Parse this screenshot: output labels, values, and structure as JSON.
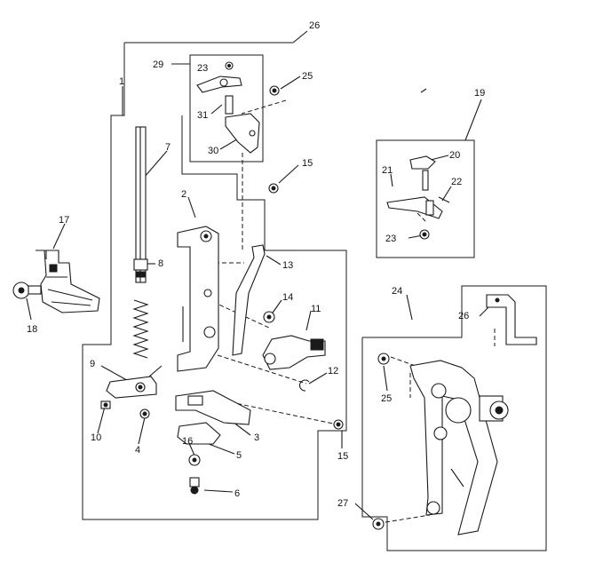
{
  "colors": {
    "ink": "#1a1a1a",
    "paper": "#ffffff"
  },
  "callouts": {
    "c1": "1",
    "c2": "2",
    "c3": "3",
    "c4": "4",
    "c5": "5",
    "c6": "6",
    "c7": "7",
    "c8": "8",
    "c9": "9",
    "c10": "10",
    "c11": "11",
    "c12": "12",
    "c13": "13",
    "c14": "14",
    "c15a": "15",
    "c15b": "15",
    "c16": "16",
    "c17": "17",
    "c18": "18",
    "c19": "19",
    "c20": "20",
    "c21": "21",
    "c22": "22",
    "c23a": "23",
    "c23b": "23",
    "c24": "24",
    "c25a": "25",
    "c25b": "25",
    "c26a": "26",
    "c26b": "26",
    "c27": "27",
    "c29": "29",
    "c30": "30",
    "c31": "31"
  }
}
